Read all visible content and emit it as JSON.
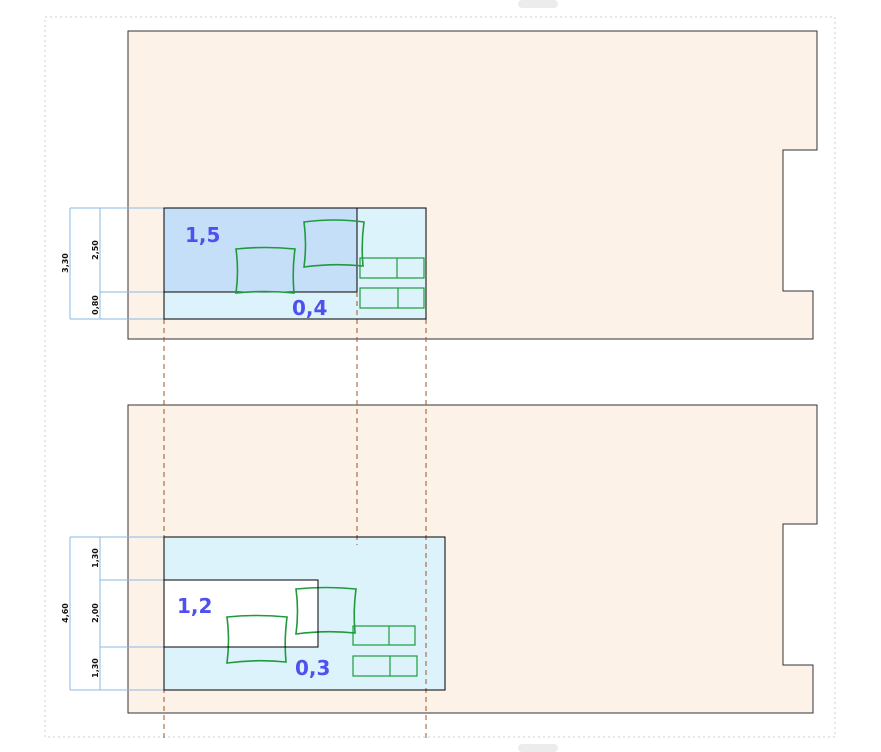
{
  "colors": {
    "room_fill": "#fdf2e8",
    "room_stroke": "#333333",
    "zone_light": "#ddf3fc",
    "zone_blue": "#c6dff9",
    "zone_white": "#ffffff",
    "furniture_green": "#1f9a3c",
    "dim_line": "#8bb8e0",
    "guide_line": "#a0522d",
    "area_text": "#5050ee"
  },
  "plan_top": {
    "area_labels": [
      "1,5",
      "0,4"
    ],
    "dimensions": {
      "outer": "3,30",
      "inner": [
        "2,50",
        "0,80"
      ]
    }
  },
  "plan_bottom": {
    "area_labels": [
      "1,2",
      "0,3"
    ],
    "dimensions": {
      "outer": "4,60",
      "inner": [
        "1,30",
        "2,00",
        "1,30"
      ]
    }
  }
}
